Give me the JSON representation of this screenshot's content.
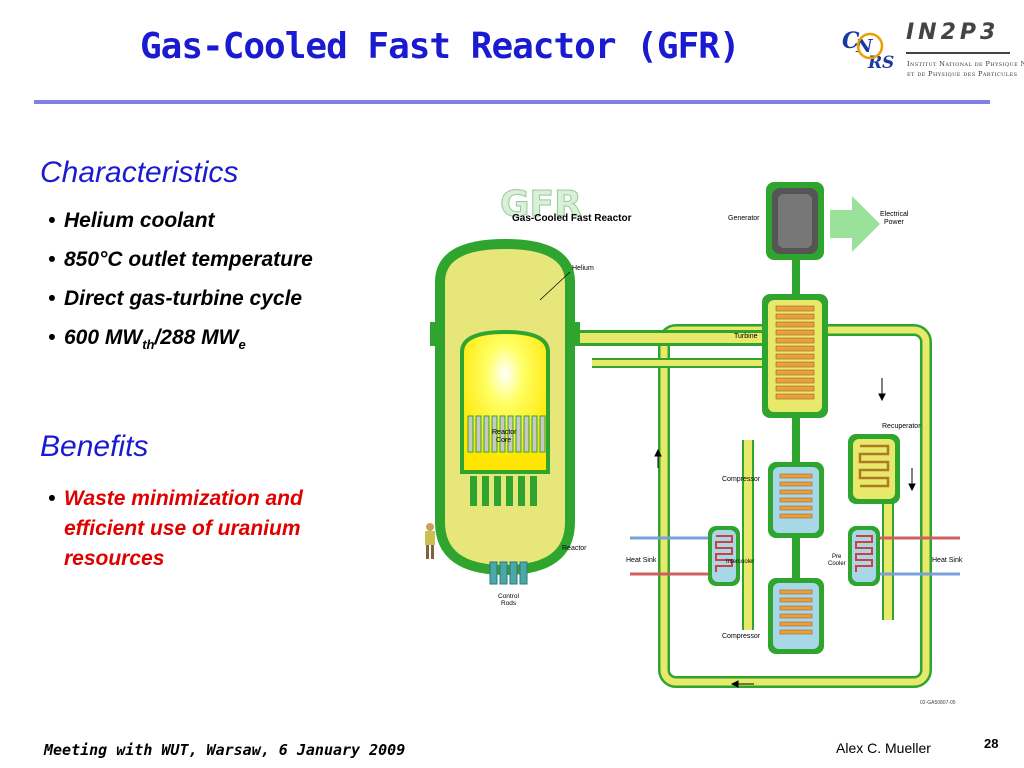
{
  "slide": {
    "title": "Gas-Cooled Fast Reactor  (GFR)",
    "footer_left": "Meeting with WUT, Warsaw, 6 January 2009",
    "footer_author": "Alex C. Mueller",
    "page_number": "28"
  },
  "logo": {
    "cnrs": "CNRS",
    "in2p3": "IN2P3",
    "line1": "Institut National de Physique Nucléaire",
    "line2": "et de Physique des Particules"
  },
  "characteristics": {
    "heading": "Characteristics",
    "items": [
      "Helium coolant",
      "850°C outlet temperature",
      "Direct gas-turbine cycle"
    ],
    "power": {
      "th_value": "600 MW",
      "th_sub": "th",
      "sep": "/288 MW",
      "e_sub": "e"
    }
  },
  "benefits": {
    "heading": "Benefits",
    "items": [
      "Waste minimization and efficient use of uranium resources"
    ]
  },
  "diagram": {
    "logo_text": "GFR",
    "subtitle": "Gas-Cooled Fast Reactor",
    "labels": {
      "generator": "Generator",
      "electrical_power_1": "Electrical",
      "electrical_power_2": "Power",
      "helium": "Helium",
      "turbine": "Turbine",
      "recuperator": "Recuperator",
      "reactor_core_1": "Reactor",
      "reactor_core_2": "Core",
      "compressor_top": "Compressor",
      "heat_sink_left": "Heat Sink",
      "intercooler": "Intercooler",
      "pre_cooler_1": "Pre",
      "pre_cooler_2": "Cooler",
      "heat_sink_right": "Heat Sink",
      "reactor": "Reactor",
      "control_rods_1": "Control",
      "control_rods_2": "Rods",
      "compressor_bottom": "Compressor",
      "figure_code": "02-GA50807-05"
    }
  },
  "colors": {
    "title_blue": "#1a1ad0",
    "benefit_red": "#e00000",
    "pipe_green": "#2fa52f",
    "pipe_yellow": "#e8e86a",
    "vessel_fill": "#e6e67a"
  }
}
